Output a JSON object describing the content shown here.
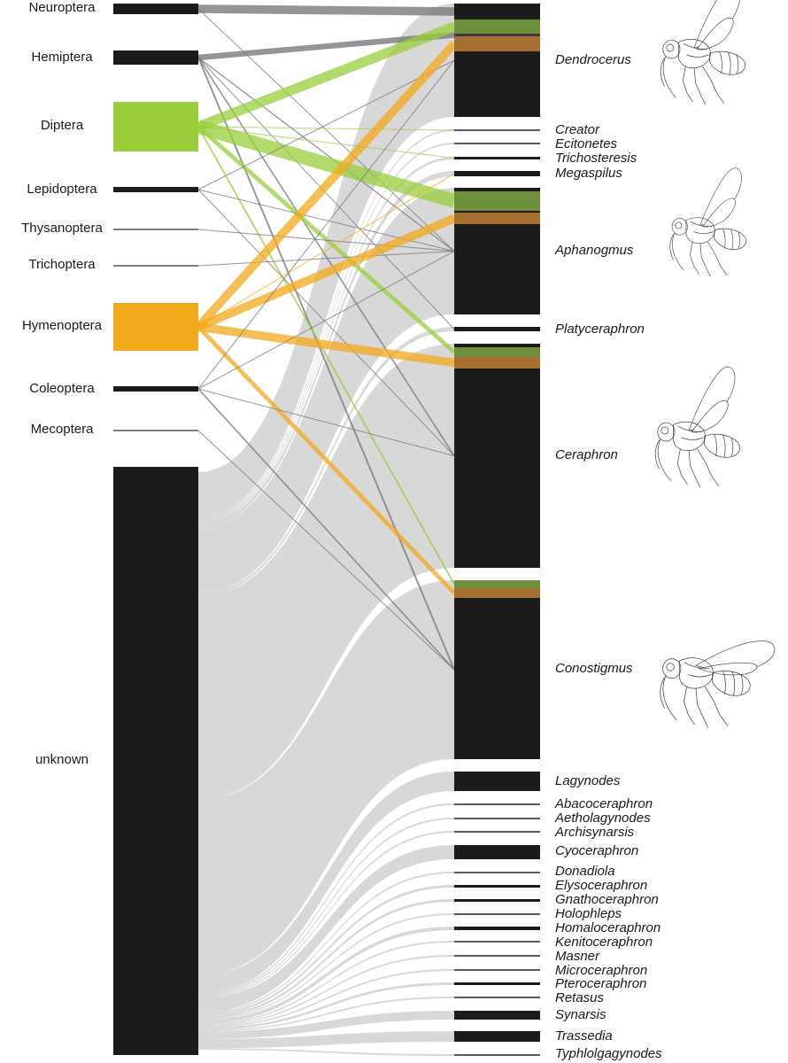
{
  "colors": {
    "Diptera": "#9ACD3C",
    "Hymenoptera": "#F2A91C",
    "gray": "#7a7a7a",
    "unknown_flow": "#d6d6d6",
    "bar": "#1b1b1b",
    "dip_band": "#6e8f3c",
    "hym_band": "#a5702f"
  },
  "hosts": [
    {
      "id": "Neuroptera",
      "label": "Neuroptera",
      "count": 3
    },
    {
      "id": "Hemiptera",
      "label": "Hemiptera",
      "count": 4
    },
    {
      "id": "Diptera",
      "label": "Diptera",
      "count": 14
    },
    {
      "id": "Lepidoptera",
      "label": "Lepidoptera",
      "count": 1
    },
    {
      "id": "Thysanoptera",
      "label": "Thysanoptera",
      "count": 0.4
    },
    {
      "id": "Trichoptera",
      "label": "Trichoptera",
      "count": 0.4
    },
    {
      "id": "Hymenoptera",
      "label": "Hymenoptera",
      "count": 13
    },
    {
      "id": "Coleoptera",
      "label": "Coleoptera",
      "count": 1
    },
    {
      "id": "Mecoptera",
      "label": "Mecoptera",
      "count": 0.4
    },
    {
      "id": "unknown",
      "label": "unknown",
      "count": 160
    }
  ],
  "genera": [
    {
      "label": "Dendrocerus",
      "bar": 30,
      "bands": [
        "Neuroptera",
        "Diptera",
        "Hemiptera",
        "Hymenoptera"
      ]
    },
    {
      "label": "Creator",
      "bar": 0.4
    },
    {
      "label": "Ecitonetes",
      "bar": 0.4
    },
    {
      "label": "Trichosteresis",
      "bar": 0.7
    },
    {
      "label": "Megaspilus",
      "bar": 1.5
    },
    {
      "label": "Aphanogmus",
      "bar": 26,
      "bands": [
        "Diptera",
        "Hymenoptera"
      ]
    },
    {
      "label": "Platyceraphron",
      "bar": 1
    },
    {
      "label": "Ceraphron",
      "bar": 56,
      "bands": [
        "Diptera",
        "Hymenoptera"
      ]
    },
    {
      "label": "Conostigmus",
      "bar": 46,
      "bands": [
        "Diptera",
        "Hymenoptera"
      ]
    },
    {
      "label": "Lagynodes",
      "bar": 5
    },
    {
      "label": "Abacoceraphron",
      "bar": 0.5
    },
    {
      "label": "Aetholagynodes",
      "bar": 0.4
    },
    {
      "label": "Archisynarsis",
      "bar": 0.4
    },
    {
      "label": "Cyoceraphron",
      "bar": 3.5
    },
    {
      "label": "Donadiola",
      "bar": 0.4
    },
    {
      "label": "Elysoceraphron",
      "bar": 0.7
    },
    {
      "label": "Gnathoceraphron",
      "bar": 0.7
    },
    {
      "label": "Holophleps",
      "bar": 0.4
    },
    {
      "label": "Homaloceraphron",
      "bar": 1
    },
    {
      "label": "Kenitoceraphron",
      "bar": 0.4
    },
    {
      "label": "Masner",
      "bar": 0.4
    },
    {
      "label": "Microceraphron",
      "bar": 0.4
    },
    {
      "label": "Pteroceraphron",
      "bar": 0.7
    },
    {
      "label": "Retasus",
      "bar": 0.4
    },
    {
      "label": "Synarsis",
      "bar": 2
    },
    {
      "label": "Trassedia",
      "bar": 2.5
    },
    {
      "label": "Typhlolgagynodes",
      "bar": 0.4
    }
  ],
  "links": [
    {
      "from": "Neuroptera",
      "to": "Dendrocerus",
      "w": 3
    },
    {
      "from": "Neuroptera",
      "to": "Aphanogmus",
      "w": 0.3
    },
    {
      "from": "Hemiptera",
      "to": "Dendrocerus",
      "w": 2
    },
    {
      "from": "Hemiptera",
      "to": "Aphanogmus",
      "w": 0.4
    },
    {
      "from": "Hemiptera",
      "to": "Platyceraphron",
      "w": 0.3
    },
    {
      "from": "Hemiptera",
      "to": "Ceraphron",
      "w": 0.5
    },
    {
      "from": "Hemiptera",
      "to": "Conostigmus",
      "w": 0.6
    },
    {
      "from": "Diptera",
      "to": "Dendrocerus",
      "w": 3.5
    },
    {
      "from": "Diptera",
      "to": "Aphanogmus",
      "w": 5
    },
    {
      "from": "Diptera",
      "to": "Ceraphron",
      "w": 1.5
    },
    {
      "from": "Diptera",
      "to": "Conostigmus",
      "w": 0.6
    },
    {
      "from": "Diptera",
      "to": "Creator",
      "w": 0.2
    },
    {
      "from": "Diptera",
      "to": "Trichosteresis",
      "w": 0.2
    },
    {
      "from": "Lepidoptera",
      "to": "Dendrocerus",
      "w": 0.3
    },
    {
      "from": "Lepidoptera",
      "to": "Aphanogmus",
      "w": 0.3
    },
    {
      "from": "Lepidoptera",
      "to": "Ceraphron",
      "w": 0.3
    },
    {
      "from": "Thysanoptera",
      "to": "Aphanogmus",
      "w": 0.3
    },
    {
      "from": "Trichoptera",
      "to": "Aphanogmus",
      "w": 0.3
    },
    {
      "from": "Hymenoptera",
      "to": "Dendrocerus",
      "w": 3
    },
    {
      "from": "Hymenoptera",
      "to": "Aphanogmus",
      "w": 3
    },
    {
      "from": "Hymenoptera",
      "to": "Ceraphron",
      "w": 3
    },
    {
      "from": "Hymenoptera",
      "to": "Conostigmus",
      "w": 1.5
    },
    {
      "from": "Hymenoptera",
      "to": "Megaspilus",
      "w": 0.2
    },
    {
      "from": "Coleoptera",
      "to": "Dendrocerus",
      "w": 0.3
    },
    {
      "from": "Coleoptera",
      "to": "Aphanogmus",
      "w": 0.3
    },
    {
      "from": "Coleoptera",
      "to": "Ceraphron",
      "w": 0.3
    },
    {
      "from": "Coleoptera",
      "to": "Conostigmus",
      "w": 0.5
    },
    {
      "from": "Mecoptera",
      "to": "Conostigmus",
      "w": 0.3
    },
    {
      "from": "unknown",
      "to": "Dendrocerus",
      "w": 10
    },
    {
      "from": "unknown",
      "to": "Creator",
      "w": 0.3
    },
    {
      "from": "unknown",
      "to": "Ecitonetes",
      "w": 0.3
    },
    {
      "from": "unknown",
      "to": "Trichosteresis",
      "w": 0.4
    },
    {
      "from": "unknown",
      "to": "Megaspilus",
      "w": 1
    },
    {
      "from": "unknown",
      "to": "Aphanogmus",
      "w": 14
    },
    {
      "from": "unknown",
      "to": "Platyceraphron",
      "w": 0.6
    },
    {
      "from": "unknown",
      "to": "Ceraphron",
      "w": 44
    },
    {
      "from": "unknown",
      "to": "Conostigmus",
      "w": 38
    },
    {
      "from": "unknown",
      "to": "Lagynodes",
      "w": 4
    },
    {
      "from": "unknown",
      "to": "Abacoceraphron",
      "w": 0.4
    },
    {
      "from": "unknown",
      "to": "Aetholagynodes",
      "w": 0.3
    },
    {
      "from": "unknown",
      "to": "Archisynarsis",
      "w": 0.3
    },
    {
      "from": "unknown",
      "to": "Cyoceraphron",
      "w": 3
    },
    {
      "from": "unknown",
      "to": "Donadiola",
      "w": 0.3
    },
    {
      "from": "unknown",
      "to": "Elysoceraphron",
      "w": 0.5
    },
    {
      "from": "unknown",
      "to": "Gnathoceraphron",
      "w": 0.5
    },
    {
      "from": "unknown",
      "to": "Holophleps",
      "w": 0.3
    },
    {
      "from": "unknown",
      "to": "Homaloceraphron",
      "w": 0.8
    },
    {
      "from": "unknown",
      "to": "Kenitoceraphron",
      "w": 0.3
    },
    {
      "from": "unknown",
      "to": "Masner",
      "w": 0.3
    },
    {
      "from": "unknown",
      "to": "Microceraphron",
      "w": 0.3
    },
    {
      "from": "unknown",
      "to": "Pteroceraphron",
      "w": 0.5
    },
    {
      "from": "unknown",
      "to": "Retasus",
      "w": 0.3
    },
    {
      "from": "unknown",
      "to": "Synarsis",
      "w": 1.6
    },
    {
      "from": "unknown",
      "to": "Trassedia",
      "w": 2
    },
    {
      "from": "unknown",
      "to": "Typhlolgagynodes",
      "w": 0.3
    }
  ],
  "illustrations": [
    {
      "id": "dendrocerus-wasp-drawing",
      "genus": "Dendrocerus"
    },
    {
      "id": "aphanogmus-wasp-drawing",
      "genus": "Aphanogmus"
    },
    {
      "id": "ceraphron-wasp-drawing",
      "genus": "Ceraphron"
    },
    {
      "id": "conostigmus-wasp-drawing",
      "genus": "Conostigmus"
    }
  ]
}
